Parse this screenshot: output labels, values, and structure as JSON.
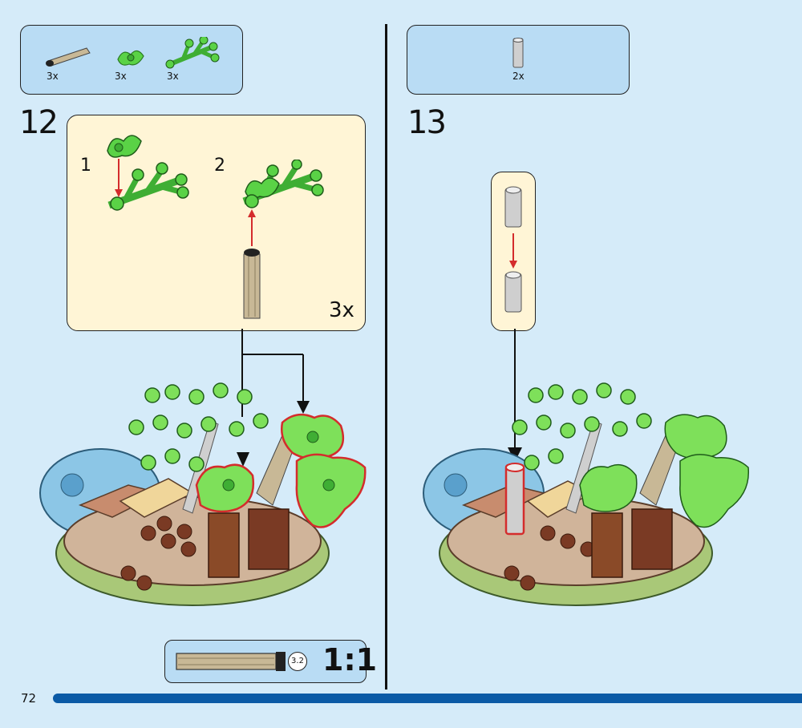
{
  "page": {
    "number": "72"
  },
  "colors": {
    "background": "#d5ebf9",
    "parts_panel": "#b9dcf4",
    "subassembly_panel": "#fff5d6",
    "page_bar": "#0b5aa6",
    "callout_outline": "#d42c2c",
    "plant_green": "#5ad246",
    "tan_bar": "#c8b896"
  },
  "step12": {
    "number": "12",
    "parts": [
      {
        "icon": "tan-bar-icon",
        "qty": "3x"
      },
      {
        "icon": "plant-leaf-icon",
        "qty": "3x"
      },
      {
        "icon": "plant-stem-icon",
        "qty": "3x"
      }
    ],
    "subassembly": {
      "sub_steps": [
        "1",
        "2"
      ],
      "multiplier": "3x"
    },
    "scale_reference": {
      "length": "3.2",
      "ratio": "1:1"
    }
  },
  "step13": {
    "number": "13",
    "parts": [
      {
        "icon": "gray-bar-icon",
        "qty": "2x"
      }
    ]
  }
}
